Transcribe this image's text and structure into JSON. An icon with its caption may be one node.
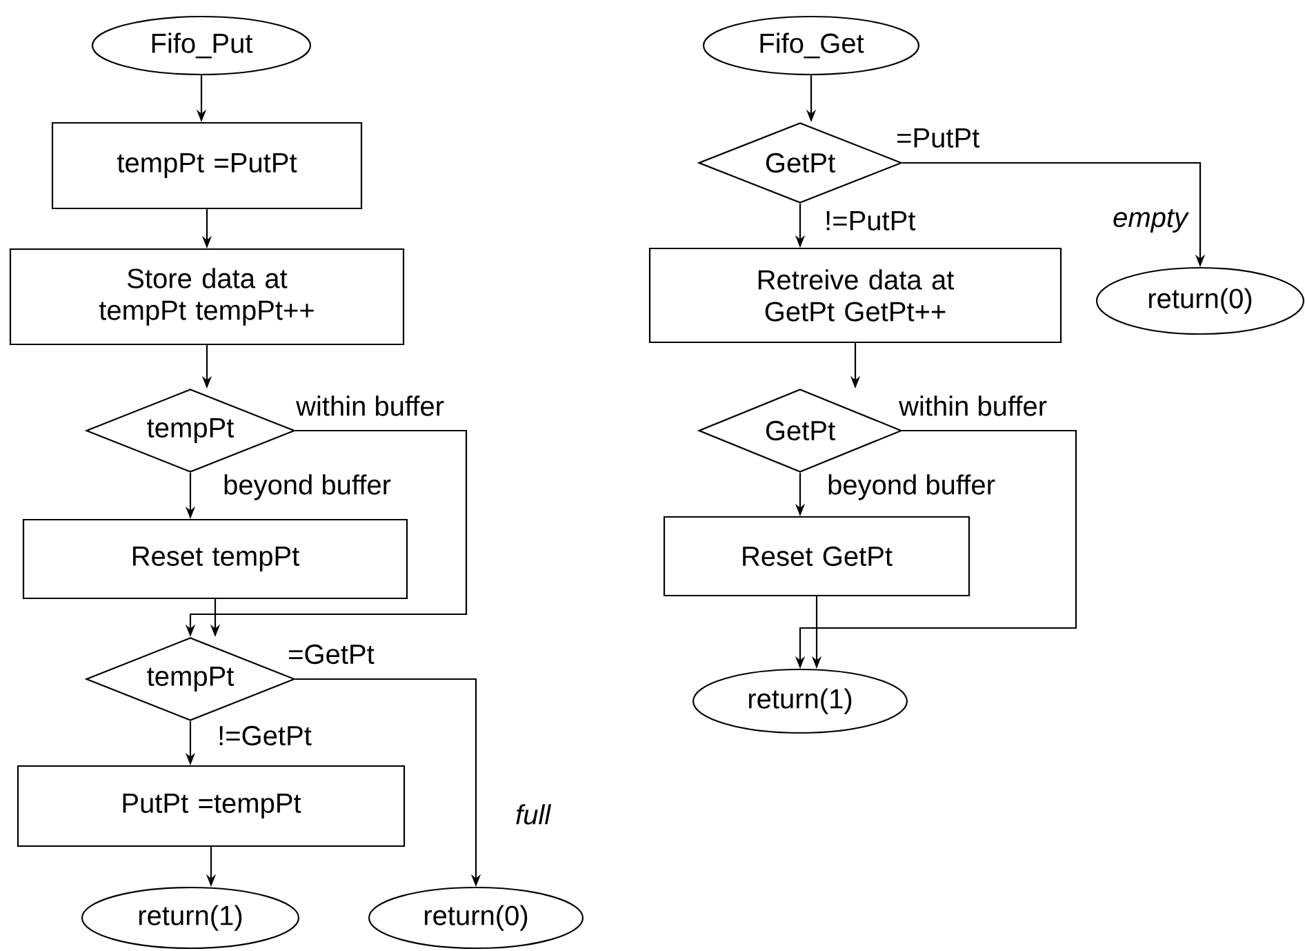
{
  "diagram": {
    "nodes": [
      {
        "text": [
          "Fifo_Put"
        ]
      },
      {
        "text": [
          "tempPt =PutPt"
        ]
      },
      {
        "text": [
          "Store data at tempPt tempPt++"
        ]
      },
      {
        "text": [
          "tempPt"
        ]
      },
      {
        "text": [
          "Reset tempPt"
        ]
      },
      {
        "text": [
          "tempPt"
        ]
      },
      {
        "text": [
          "PutPt =tempPt"
        ]
      },
      {
        "text": [
          "return(1)"
        ]
      },
      {
        "text": [
          "return(0)"
        ],
        "beside": [
          "full"
        ]
      },
      {
        "text": [
          "Fifo_Get"
        ]
      },
      {
        "text": [
          "GetPt"
        ]
      },
      {
        "text": [
          "Retreive data at GetPt GetPt++"
        ]
      },
      {
        "text": [
          "return(0)"
        ],
        "beside": [
          "empty"
        ]
      },
      {
        "text": [
          "GetPt"
        ]
      },
      {
        "text": [
          "Reset GetPt"
        ]
      },
      {
        "text": [
          "return(1)"
        ]
      }
    ],
    "edges": [
      {
        "from": 0,
        "to": 1,
        "arrow": "to"
      },
      {
        "from": 1,
        "to": 2,
        "arrow": "to"
      },
      {
        "from": 2,
        "to": 3,
        "arrow": "to"
      },
      {
        "from": 3,
        "to": 4,
        "arrow": "to",
        "label": "beyond buffer"
      },
      {
        "from": 3,
        "to": 5,
        "arrow": "to",
        "label": "within buffer"
      },
      {
        "from": 4,
        "to": 5,
        "arrow": "to"
      },
      {
        "from": 5,
        "to": 6,
        "arrow": "to",
        "label": "!=GetPt"
      },
      {
        "from": 5,
        "to": 8,
        "arrow": "to",
        "label": "=GetPt"
      },
      {
        "from": 6,
        "to": 7,
        "arrow": "to"
      },
      {
        "from": 9,
        "to": 10,
        "arrow": "to"
      },
      {
        "from": 10,
        "to": 11,
        "arrow": "to",
        "label": "!=PutPt"
      },
      {
        "from": 10,
        "to": 12,
        "arrow": "to",
        "label": "=PutPt"
      },
      {
        "from": 11,
        "to": 13,
        "arrow": "to"
      },
      {
        "from": 13,
        "to": 14,
        "arrow": "to",
        "label": "beyond buffer"
      },
      {
        "from": 13,
        "to": 15,
        "arrow": "to",
        "label": "within buffer"
      },
      {
        "from": 14,
        "to": 15,
        "arrow": "to"
      }
    ]
  }
}
